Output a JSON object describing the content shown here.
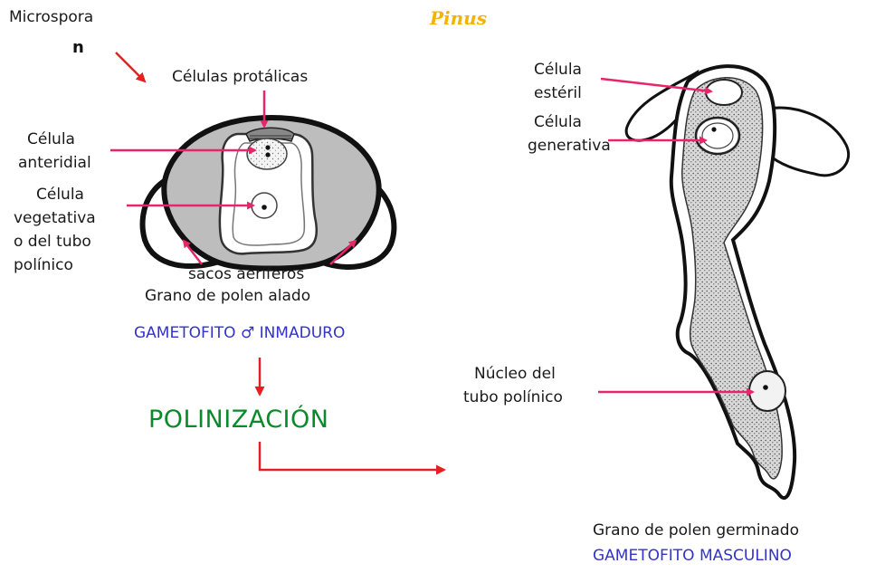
{
  "title": "Pinus",
  "microspora": {
    "label": "Microspora",
    "ploidy": "n"
  },
  "immature_grain": {
    "protalic_cells": "Células protálicas",
    "antheridial_cell": [
      "Célula",
      "anteridial"
    ],
    "vegetative_cell": [
      "Célula",
      "vegetativa",
      "o del tubo",
      "polínico"
    ],
    "air_sacs": "sacos aeríferos",
    "caption": "Grano de polen alado",
    "stage": "GAMETOFITO ♂ INMADURO"
  },
  "process": "POLINIZACIÓN",
  "germinated_grain": {
    "sterile_cell": [
      "Célula",
      "estéril"
    ],
    "generative_cell": [
      "Célula",
      "generativa"
    ],
    "tube_nucleus": [
      "Núcleo del",
      "tubo polínico"
    ],
    "caption": "Grano de polen germinado",
    "stage": "GAMETOFITO MASCULINO"
  },
  "colors": {
    "title": "#f2b400",
    "pointer_arrows": "#e8246a",
    "flow_arrows": "#e62020",
    "stage_labels": "#3333cc",
    "process_label": "#0a8a2a"
  }
}
